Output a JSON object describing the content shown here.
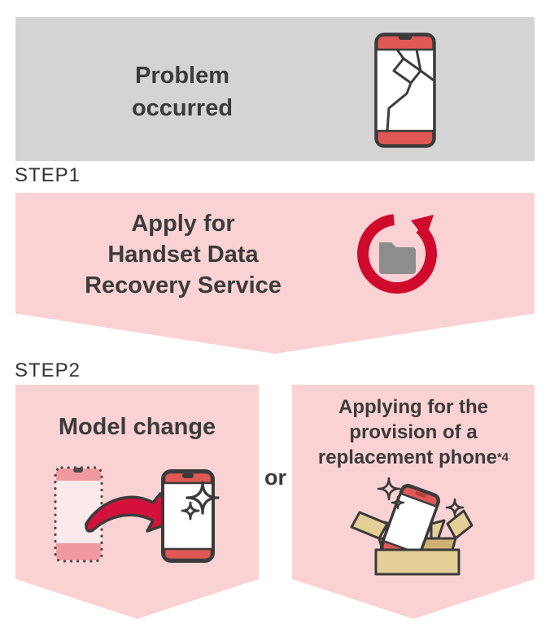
{
  "colors": {
    "panel_gray": "#d4d4d4",
    "pink_box": "#fbd2d4",
    "accent_red": "#cf0a2c",
    "arrow_red": "#d4113a",
    "phone_band_red": "#e05855",
    "old_phone_fill": "#fce9ea",
    "old_phone_band": "#f09aa0",
    "folder_gray": "#8d8d8d",
    "cardboard": "#e4cf97",
    "cardboard_inner": "#cdb272",
    "text": "#3b3b3b"
  },
  "problem": {
    "line1": "Problem",
    "line2": "occurred"
  },
  "step1": {
    "label": "STEP1",
    "title_line1": "Apply for",
    "title_line2": "Handset Data",
    "title_line3": "Recovery Service"
  },
  "step2": {
    "label": "STEP2",
    "or": "or",
    "model_change": {
      "title": "Model change"
    },
    "replacement": {
      "title_line1": "Applying for the",
      "title_line2": "provision of a",
      "title_line3": "replacement phone",
      "note": "*4"
    }
  }
}
